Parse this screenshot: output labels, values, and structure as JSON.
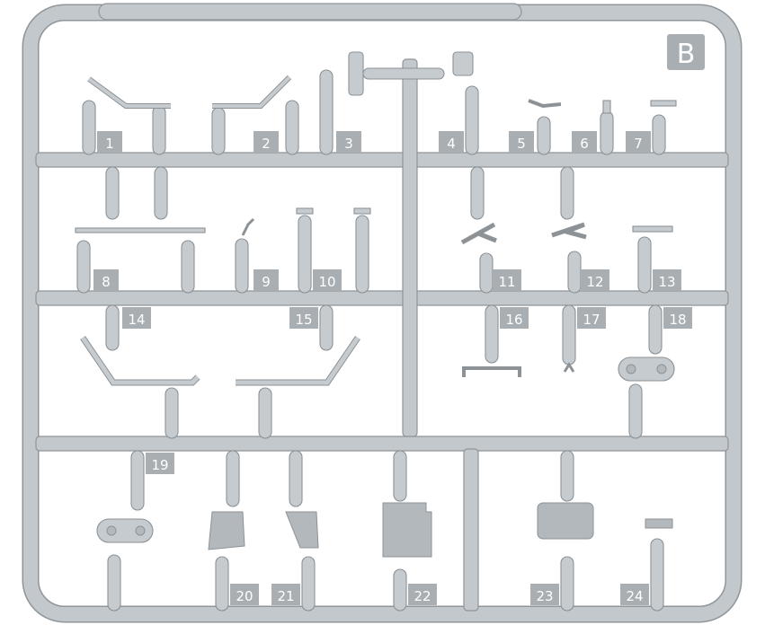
{
  "sprue": {
    "letter": "B",
    "part_numbers": [
      "1",
      "2",
      "3",
      "4",
      "5",
      "6",
      "7",
      "8",
      "9",
      "10",
      "11",
      "12",
      "13",
      "14",
      "15",
      "16",
      "17",
      "18",
      "19",
      "20",
      "21",
      "22",
      "23",
      "24"
    ]
  },
  "colors": {
    "background": "#ffffff",
    "plastic": "#c6cbcf",
    "label_plate": "#a9aeb2",
    "outline": "#8c9296"
  }
}
